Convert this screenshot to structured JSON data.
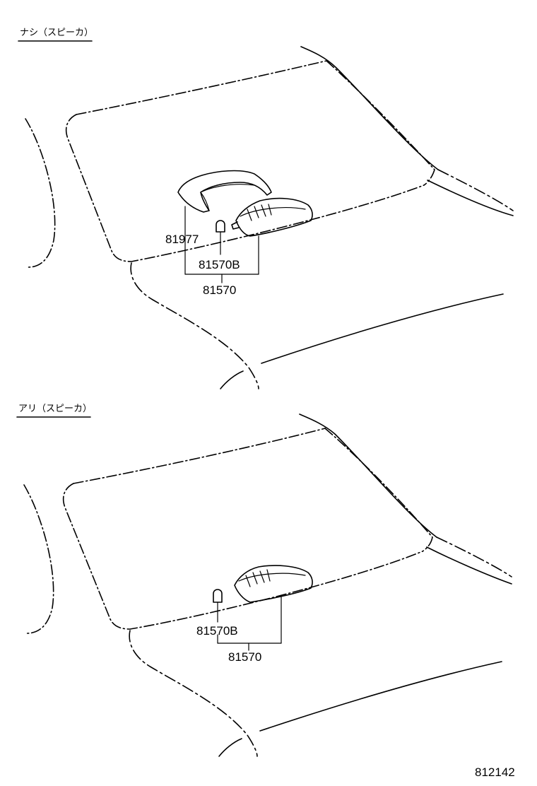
{
  "sections": [
    {
      "title": "ナシ（スピーカ）",
      "labels": {
        "cover": "81977",
        "bulb": "81570B",
        "lamp": "81570"
      }
    },
    {
      "title": "アリ（スピーカ）",
      "labels": {
        "bulb": "81570B",
        "lamp": "81570"
      }
    }
  ],
  "figure_code": "812142"
}
